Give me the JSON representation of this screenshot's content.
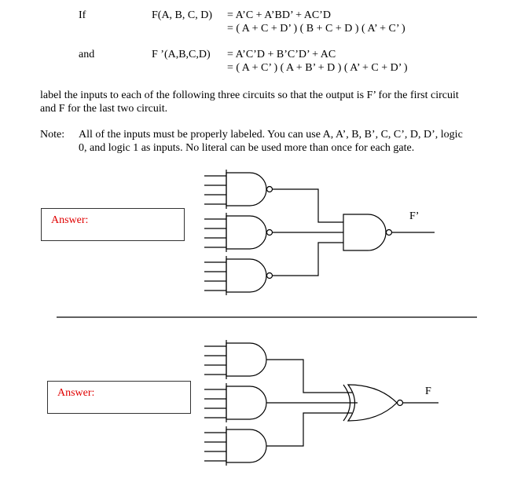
{
  "equations": {
    "if_label": "If",
    "f_lhs": "F(A, B, C, D)",
    "f_rhs1": "=  A’C + A’BD’ + AC’D",
    "f_rhs2": "=  ( A + C + D’ ) ( B + C + D ) ( A’ + C’ )",
    "and_label": "and",
    "fp_lhs": "F ’(A,B,C,D)",
    "fp_rhs1": "=  A’C’D + B’C’D’ + AC",
    "fp_rhs2": "=  ( A + C’ ) ( A + B’ + D ) ( A’ + C + D’ )"
  },
  "instruction": {
    "line1": "label the inputs to each of the following three circuits so that the output is F’ for the first circuit",
    "line2": "and F for the last two circuit."
  },
  "note": {
    "label": "Note:",
    "line1": "All of the inputs must be properly labeled. You can use A, A’, B, B’, C, C’, D, D’, logic",
    "line2": "0, and logic  1 as inputs. No literal can be used more than once for each gate."
  },
  "circuit1": {
    "answer_label": "Answer:",
    "output_label": "F’"
  },
  "circuit2": {
    "answer_label": "Answer:",
    "output_label": "F"
  }
}
